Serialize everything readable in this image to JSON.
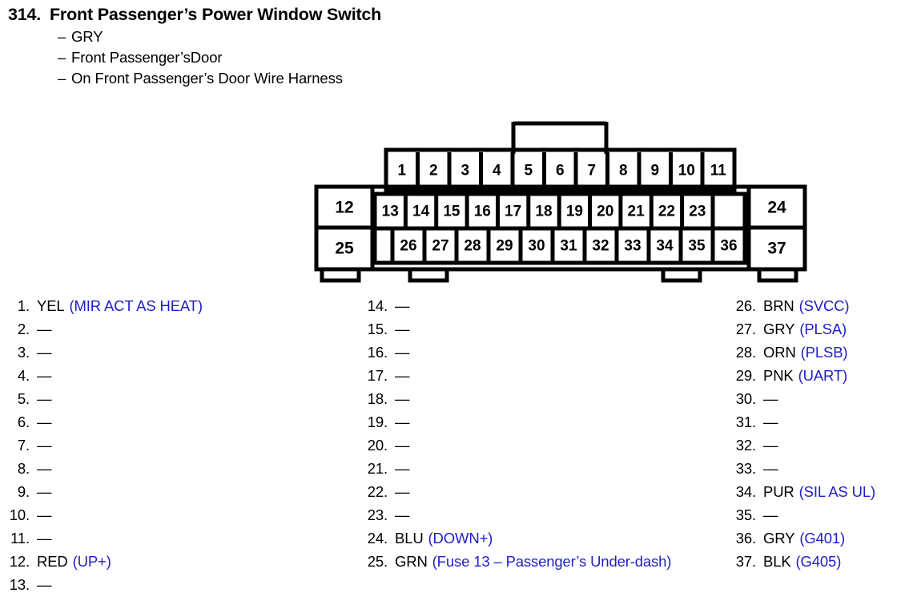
{
  "header": {
    "number": "314.",
    "title": "Front Passenger’s Power Window Switch",
    "dash": "–",
    "sublines": [
      "GRY",
      "Front Passenger’sDoor",
      "On Front Passenger’s Door Wire Harness"
    ]
  },
  "connector": {
    "name": "37-pin-connector-diagram",
    "top_row": [
      "1",
      "2",
      "3",
      "4",
      "5",
      "6",
      "7",
      "8",
      "9",
      "10",
      "11"
    ],
    "left_flange": [
      "12",
      "25"
    ],
    "middle_row": [
      "13",
      "14",
      "15",
      "16",
      "17",
      "18",
      "19",
      "20",
      "21",
      "22",
      "23"
    ],
    "bottom_row": [
      "26",
      "27",
      "28",
      "29",
      "30",
      "31",
      "32",
      "33",
      "34",
      "35",
      "36"
    ],
    "right_flange": [
      "24",
      "37"
    ]
  },
  "legend": {
    "empty_marker": "—",
    "signal_color": "#2020c8",
    "wire_color": "#000000"
  },
  "pins": {
    "column1": [
      {
        "n": "1.",
        "color": "YEL",
        "signal": "(MIR ACT AS HEAT)"
      },
      {
        "n": "2.",
        "color": "—",
        "signal": ""
      },
      {
        "n": "3.",
        "color": "—",
        "signal": ""
      },
      {
        "n": "4.",
        "color": "—",
        "signal": ""
      },
      {
        "n": "5.",
        "color": "—",
        "signal": ""
      },
      {
        "n": "6.",
        "color": "—",
        "signal": ""
      },
      {
        "n": "7.",
        "color": "—",
        "signal": ""
      },
      {
        "n": "8.",
        "color": "—",
        "signal": ""
      },
      {
        "n": "9.",
        "color": "—",
        "signal": ""
      },
      {
        "n": "10.",
        "color": "—",
        "signal": ""
      },
      {
        "n": "11.",
        "color": "—",
        "signal": ""
      },
      {
        "n": "12.",
        "color": "RED",
        "signal": "(UP+)"
      },
      {
        "n": "13.",
        "color": "—",
        "signal": ""
      }
    ],
    "column2": [
      {
        "n": "14.",
        "color": "—",
        "signal": ""
      },
      {
        "n": "15.",
        "color": "—",
        "signal": ""
      },
      {
        "n": "16.",
        "color": "—",
        "signal": ""
      },
      {
        "n": "17.",
        "color": "—",
        "signal": ""
      },
      {
        "n": "18.",
        "color": "—",
        "signal": ""
      },
      {
        "n": "19.",
        "color": "—",
        "signal": ""
      },
      {
        "n": "20.",
        "color": "—",
        "signal": ""
      },
      {
        "n": "21.",
        "color": "—",
        "signal": ""
      },
      {
        "n": "22.",
        "color": "—",
        "signal": ""
      },
      {
        "n": "23.",
        "color": "—",
        "signal": ""
      },
      {
        "n": "24.",
        "color": "BLU",
        "signal": "(DOWN+)"
      },
      {
        "n": "25.",
        "color": "GRN",
        "signal": "(Fuse 13 – Passenger’s Under-dash)"
      }
    ],
    "column3": [
      {
        "n": "26.",
        "color": "BRN",
        "signal": "(SVCC)"
      },
      {
        "n": "27.",
        "color": "GRY",
        "signal": "(PLSA)"
      },
      {
        "n": "28.",
        "color": "ORN",
        "signal": "(PLSB)"
      },
      {
        "n": "29.",
        "color": "PNK",
        "signal": "(UART)"
      },
      {
        "n": "30.",
        "color": "—",
        "signal": ""
      },
      {
        "n": "31.",
        "color": "—",
        "signal": ""
      },
      {
        "n": "32.",
        "color": "—",
        "signal": ""
      },
      {
        "n": "33.",
        "color": "—",
        "signal": ""
      },
      {
        "n": "34.",
        "color": "PUR",
        "signal": "(SIL AS UL)"
      },
      {
        "n": "35.",
        "color": "—",
        "signal": ""
      },
      {
        "n": "36.",
        "color": "GRY",
        "signal": "(G401)"
      },
      {
        "n": "37.",
        "color": "BLK",
        "signal": "(G405)"
      }
    ]
  }
}
